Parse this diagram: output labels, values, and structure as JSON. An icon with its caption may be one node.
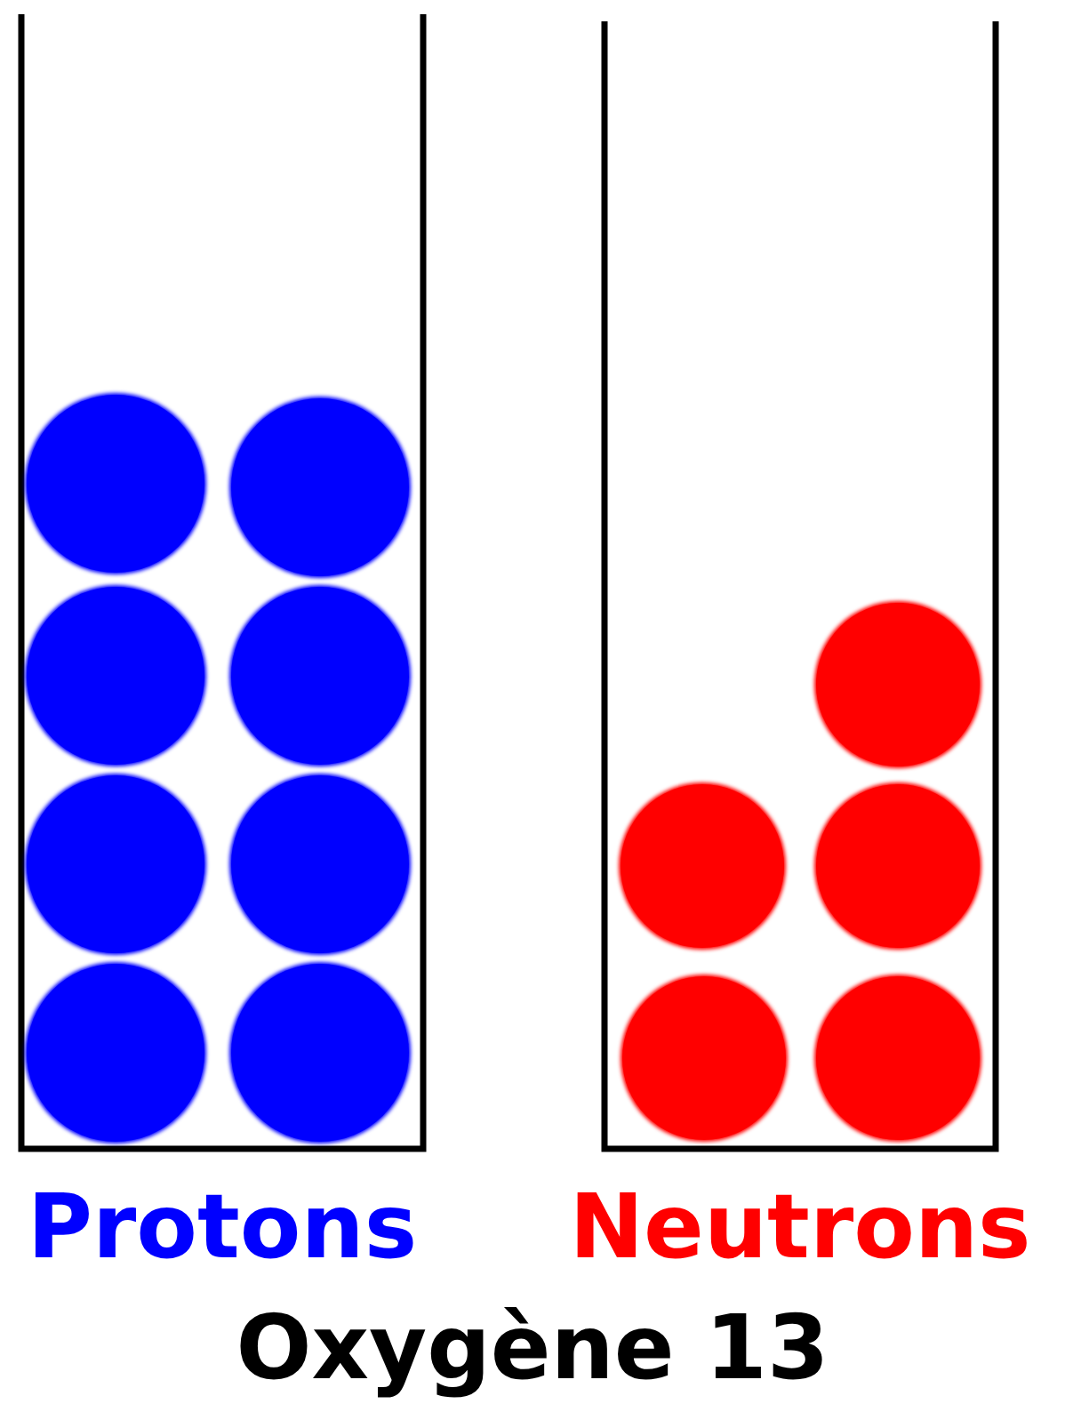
{
  "diagram": {
    "caption": "Oxygène 13",
    "nodes": [
      {
        "text": [
          "Protons"
        ]
      },
      {
        "text": [],
        "shape": "circle",
        "in": 0
      },
      {
        "text": [],
        "shape": "circle",
        "in": 0
      },
      {
        "text": [],
        "shape": "circle",
        "in": 0
      },
      {
        "text": [],
        "shape": "circle",
        "in": 0
      },
      {
        "text": [],
        "shape": "circle",
        "in": 0
      },
      {
        "text": [],
        "shape": "circle",
        "in": 0
      },
      {
        "text": [],
        "shape": "circle",
        "in": 0
      },
      {
        "text": [],
        "shape": "circle",
        "in": 0
      },
      {
        "text": [
          "Neutrons"
        ]
      },
      {
        "text": [],
        "shape": "circle",
        "in": 9
      },
      {
        "text": [],
        "shape": "circle",
        "in": 9
      },
      {
        "text": [],
        "shape": "circle",
        "in": 9
      },
      {
        "text": [],
        "shape": "circle",
        "in": 9
      },
      {
        "text": [],
        "shape": "circle",
        "in": 9
      }
    ]
  }
}
